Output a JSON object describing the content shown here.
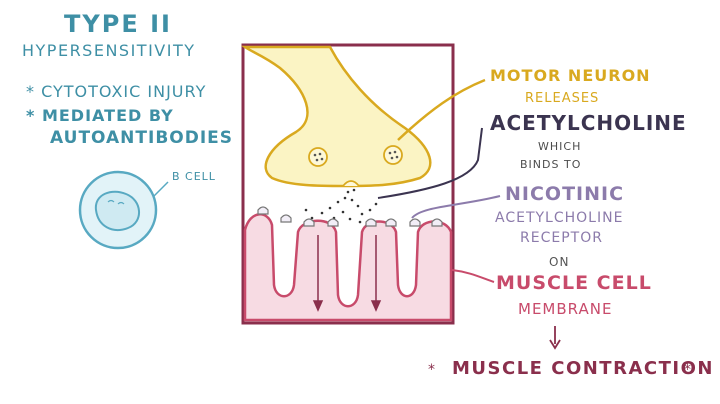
{
  "left_panel": {
    "title": "TYPE II",
    "subtitle": "HYPERSENSITIVITY",
    "bullet_1": "* CYTOTOXIC INJURY",
    "bullet_2": "* MEDIATED BY",
    "bullet_3": "AUTOANTIBODIES",
    "b_cell_label": "B CELL"
  },
  "right_panel": {
    "motor_neuron": "MOTOR NEURON",
    "releases": "RELEASES",
    "acetylcholine": "ACETYLCHOLINE",
    "which": "WHICH",
    "binds_to": "BINDS TO",
    "nicotinic": "NICOTINIC",
    "acetylcholine_2": "ACETYLCHOLINE",
    "receptor": "RECEPTOR",
    "on": "ON",
    "muscle_cell": "MUSCLE CELL",
    "membrane": "MEMBRANE",
    "muscle_contraction": "MUSCLE CONTRACTION",
    "star": "*"
  },
  "colors": {
    "teal": "#3e8fa5",
    "gold": "#d9a91f",
    "neuron_fill": "#fbf4c4",
    "muscle_fill": "#f7dbe3",
    "muscle_stroke": "#c84b6b",
    "frame": "#8a2f4c",
    "lilac": "#8c7bab"
  },
  "icons": [
    "b-cell-icon",
    "motor-neuron-terminal",
    "muscle-membrane-folds",
    "receptor-icons",
    "arrow-down-icon"
  ]
}
